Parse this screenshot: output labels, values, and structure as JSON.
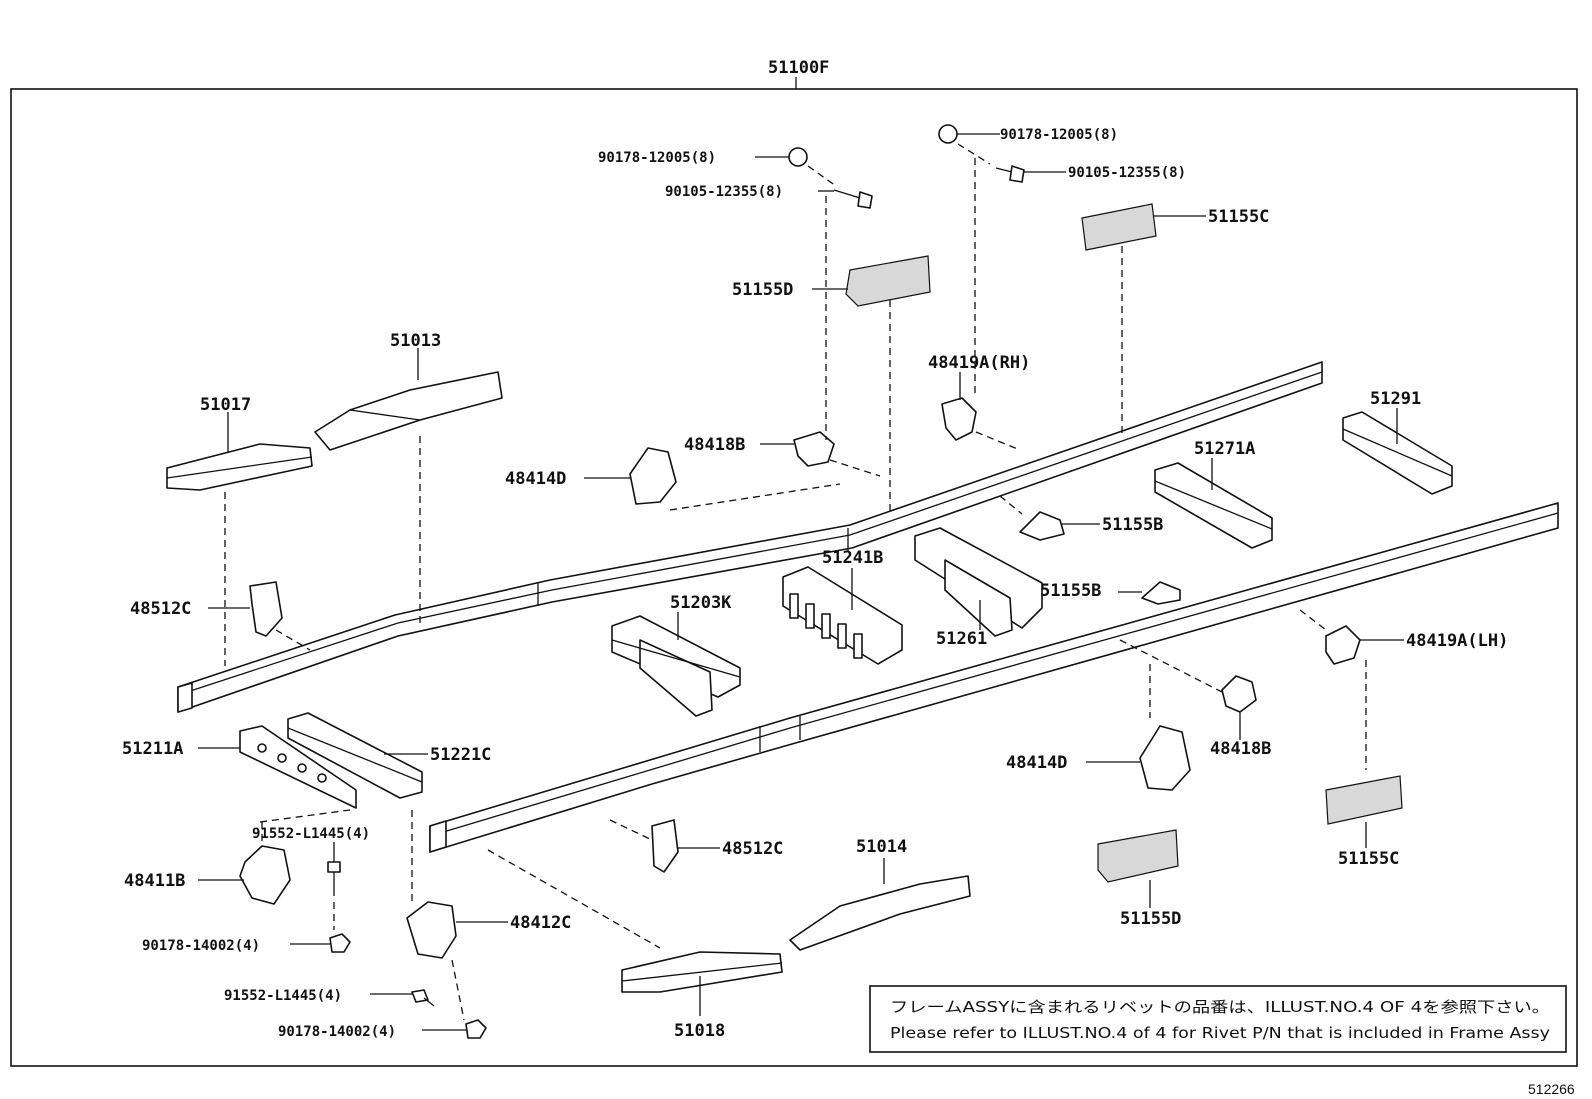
{
  "assembly_label": "51100F",
  "labels": {
    "p90178_12005_a": "90178-12005(8)",
    "p90105_12355_a": "90105-12355(8)",
    "p90178_12005_b": "90178-12005(8)",
    "p90105_12355_b": "90105-12355(8)",
    "p51155C_top": "51155C",
    "p51155D_top": "51155D",
    "p48419A_rh": "48419A(RH)",
    "p51013": "51013",
    "p51017": "51017",
    "p48418B_top": "48418B",
    "p48414D_top": "48414D",
    "p51291": "51291",
    "p51271A": "51271A",
    "p51155B_a": "51155B",
    "p51241B": "51241B",
    "p51203K": "51203K",
    "p51155B_b": "51155B",
    "p51261": "51261",
    "p48512C_top": "48512C",
    "p48419A_lh": "48419A(LH)",
    "p51211A": "51211A",
    "p51221C": "51221C",
    "p48418B_bot": "48418B",
    "p48414D_bot": "48414D",
    "p91552_L1445_a": "91552-L1445(4)",
    "p48512C_bot": "48512C",
    "p51014": "51014",
    "p51155C_bot": "51155C",
    "p48411B": "48411B",
    "p48412C": "48412C",
    "p90178_14002_a": "90178-14002(4)",
    "p51155D_bot": "51155D",
    "p91552_L1445_b": "91552-L1445(4)",
    "p90178_14002_b": "90178-14002(4)",
    "p51018": "51018"
  },
  "note": {
    "line1": "フレームASSYに含まれるリベットの品番は、ILLUST.NO.4 OF 4を参照下さい。",
    "line2": "Please refer to ILLUST.NO.4 of 4 for Rivet P/N that is included in Frame Assy"
  },
  "illustration_ref": "512266"
}
